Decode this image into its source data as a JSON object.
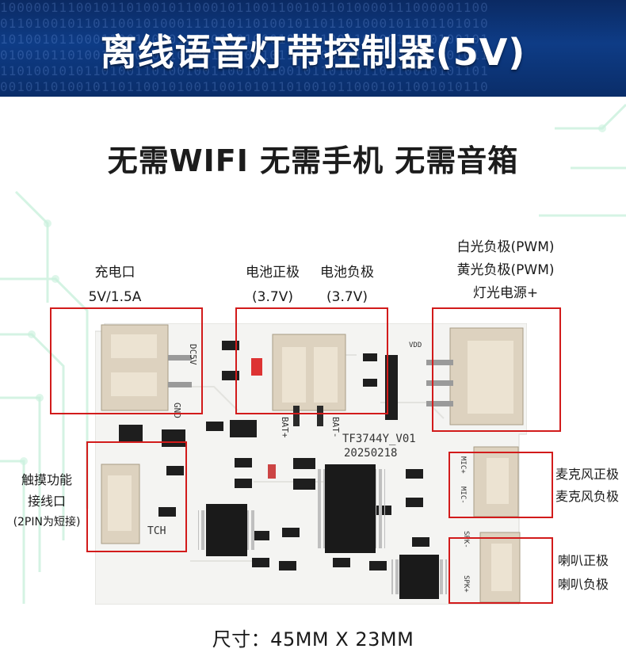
{
  "header": {
    "title": "离线语音灯带控制器(5V)",
    "binary_lines": [
      "1000001110010110100101100010110011001011010000111000001100",
      "0110100101101100101000111010110100101101101000101101101010",
      "1010010110001100100101011011010001011010011000011010100101",
      "0100101101001101000110100101100101101100101010001101001011",
      "1101001010110100110100100110010110010110100110110010101101",
      "0010110100101101100101001100101011010010110001011001010110"
    ]
  },
  "subtitle": "无需WIFI 无需手机 无需音箱",
  "labels": {
    "charge": [
      "充电口",
      "5V/1.5A"
    ],
    "battery_pos": [
      "电池正极",
      "(3.7V)"
    ],
    "battery_neg": [
      "电池负极",
      "(3.7V)"
    ],
    "light": [
      "白光负极(PWM)",
      "黄光负极(PWM)",
      "灯光电源+"
    ],
    "touch": [
      "触摸功能",
      "接线口",
      "(2PIN为短接)"
    ],
    "mic": [
      "麦克风正极",
      "麦克风负极"
    ],
    "speaker": [
      "喇叭正极",
      "喇叭负极"
    ]
  },
  "board": {
    "model": "TF3744Y_V01",
    "date": "20250218",
    "silk": {
      "dc5v": "DC5V",
      "gnd": "GND",
      "bat_pos": "BAT+",
      "bat_neg": "BAT-",
      "tch": "TCH",
      "mic_pos": "MIC+",
      "mic_neg": "MIC-",
      "spk_pos": "SPK+",
      "spk_neg": "SPK-",
      "vdd": "VDD"
    }
  },
  "size": "尺寸：45MM X 23MM",
  "colors": {
    "banner": "#0e3c86",
    "highlight": "#d21b1b",
    "board": "#f4f4f2",
    "connector": "#ddd2bf"
  }
}
